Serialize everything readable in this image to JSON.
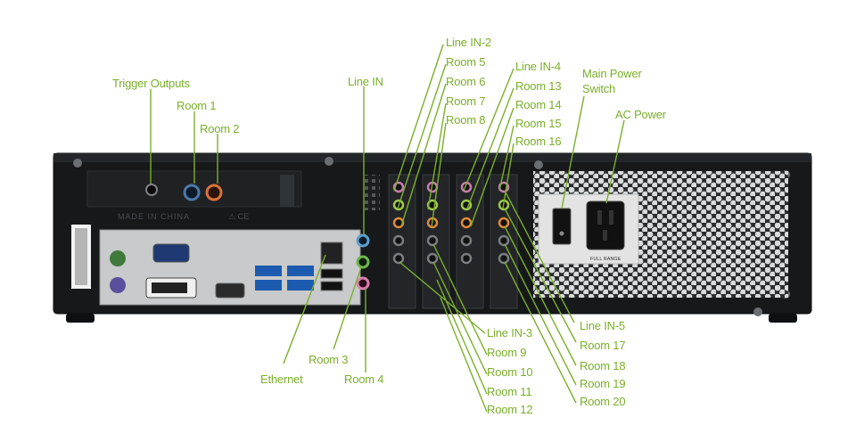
{
  "colors": {
    "callout": "#7ab02a",
    "chassis": "#16181a",
    "panel": "#c9cacb"
  },
  "chassis": {
    "made_in": "MADE IN CHINA",
    "psu_marking": "FULL RANGE"
  },
  "labels": {
    "trigger_outputs": "Trigger Outputs",
    "room_1": "Room 1",
    "room_2": "Room 2",
    "line_in": "Line IN",
    "line_in_2": "Line IN-2",
    "room_5": "Room 5",
    "room_6": "Room 6",
    "room_7": "Room 7",
    "room_8": "Room 8",
    "line_in_4": "Line IN-4",
    "room_13": "Room 13",
    "room_14": "Room 14",
    "room_15": "Room 15",
    "room_16": "Room 16",
    "main_power_switch_1": "Main Power",
    "main_power_switch_2": "Switch",
    "ac_power": "AC Power",
    "line_in_3": "Line IN-3",
    "room_9": "Room 9",
    "room_10": "Room 10",
    "room_11": "Room 11",
    "room_12": "Room 12",
    "line_in_5": "Line IN-5",
    "room_17": "Room 17",
    "room_18": "Room 18",
    "room_19": "Room 19",
    "room_20": "Room 20",
    "ethernet": "Ethernet",
    "room_3": "Room 3",
    "room_4": "Room 4"
  }
}
